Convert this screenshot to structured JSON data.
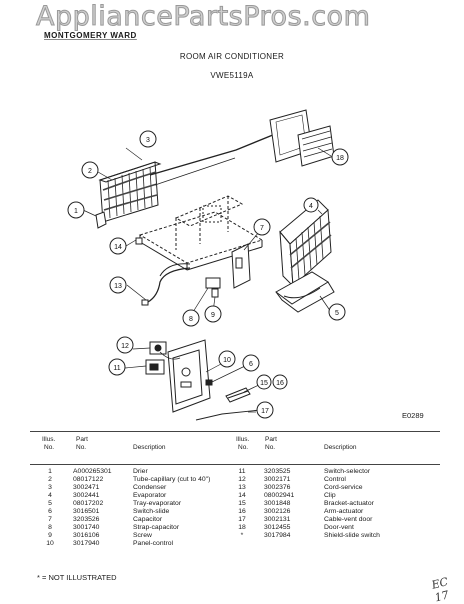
{
  "watermark": "AppliancePartsPros.com",
  "header": {
    "brand": "MONTGOMERY WARD",
    "title": "ROOM AIR CONDITIONER",
    "model": "VWE5119A"
  },
  "diagram": {
    "code": "E0289",
    "callouts": [
      "1",
      "2",
      "3",
      "4",
      "5",
      "6",
      "7",
      "8",
      "9",
      "10",
      "11",
      "12",
      "13",
      "14",
      "15",
      "16",
      "17",
      "18"
    ]
  },
  "table": {
    "headers": {
      "illus": "Illus.",
      "no": "No.",
      "part": "Part",
      "part_no": "No.",
      "description": "Description"
    },
    "left_rows": [
      {
        "illus": "1",
        "part": "A000265301",
        "desc": "Drier"
      },
      {
        "illus": "2",
        "part": "08017122",
        "desc": "Tube-capillary (cut to 40\")"
      },
      {
        "illus": "3",
        "part": "3002471",
        "desc": "Condenser"
      },
      {
        "illus": "4",
        "part": "3002441",
        "desc": "Evaporator"
      },
      {
        "illus": "5",
        "part": "08017202",
        "desc": "Tray-evaporator"
      },
      {
        "illus": "6",
        "part": "3016501",
        "desc": "Switch-slide"
      },
      {
        "illus": "7",
        "part": "3203526",
        "desc": "Capacitor"
      },
      {
        "illus": "8",
        "part": "3001740",
        "desc": "Strap-capacitor"
      },
      {
        "illus": "9",
        "part": "3016106",
        "desc": "Screw"
      },
      {
        "illus": "10",
        "part": "3017940",
        "desc": "Panel-control"
      }
    ],
    "right_rows": [
      {
        "illus": "11",
        "part": "3203525",
        "desc": "Switch-selector"
      },
      {
        "illus": "12",
        "part": "3002171",
        "desc": "Control"
      },
      {
        "illus": "13",
        "part": "3002376",
        "desc": "Cord-service"
      },
      {
        "illus": "14",
        "part": "08002941",
        "desc": "Clip"
      },
      {
        "illus": "15",
        "part": "3001848",
        "desc": "Bracket-actuator"
      },
      {
        "illus": "16",
        "part": "3002126",
        "desc": "Arm-actuator"
      },
      {
        "illus": "17",
        "part": "3002131",
        "desc": "Cable-vent door"
      },
      {
        "illus": "18",
        "part": "3012455",
        "desc": "Door-vent"
      },
      {
        "illus": "*",
        "part": "3017984",
        "desc": "Shield-slide switch"
      }
    ]
  },
  "footnote": "* = NOT ILLUSTRATED",
  "handwriting": "EC 17"
}
